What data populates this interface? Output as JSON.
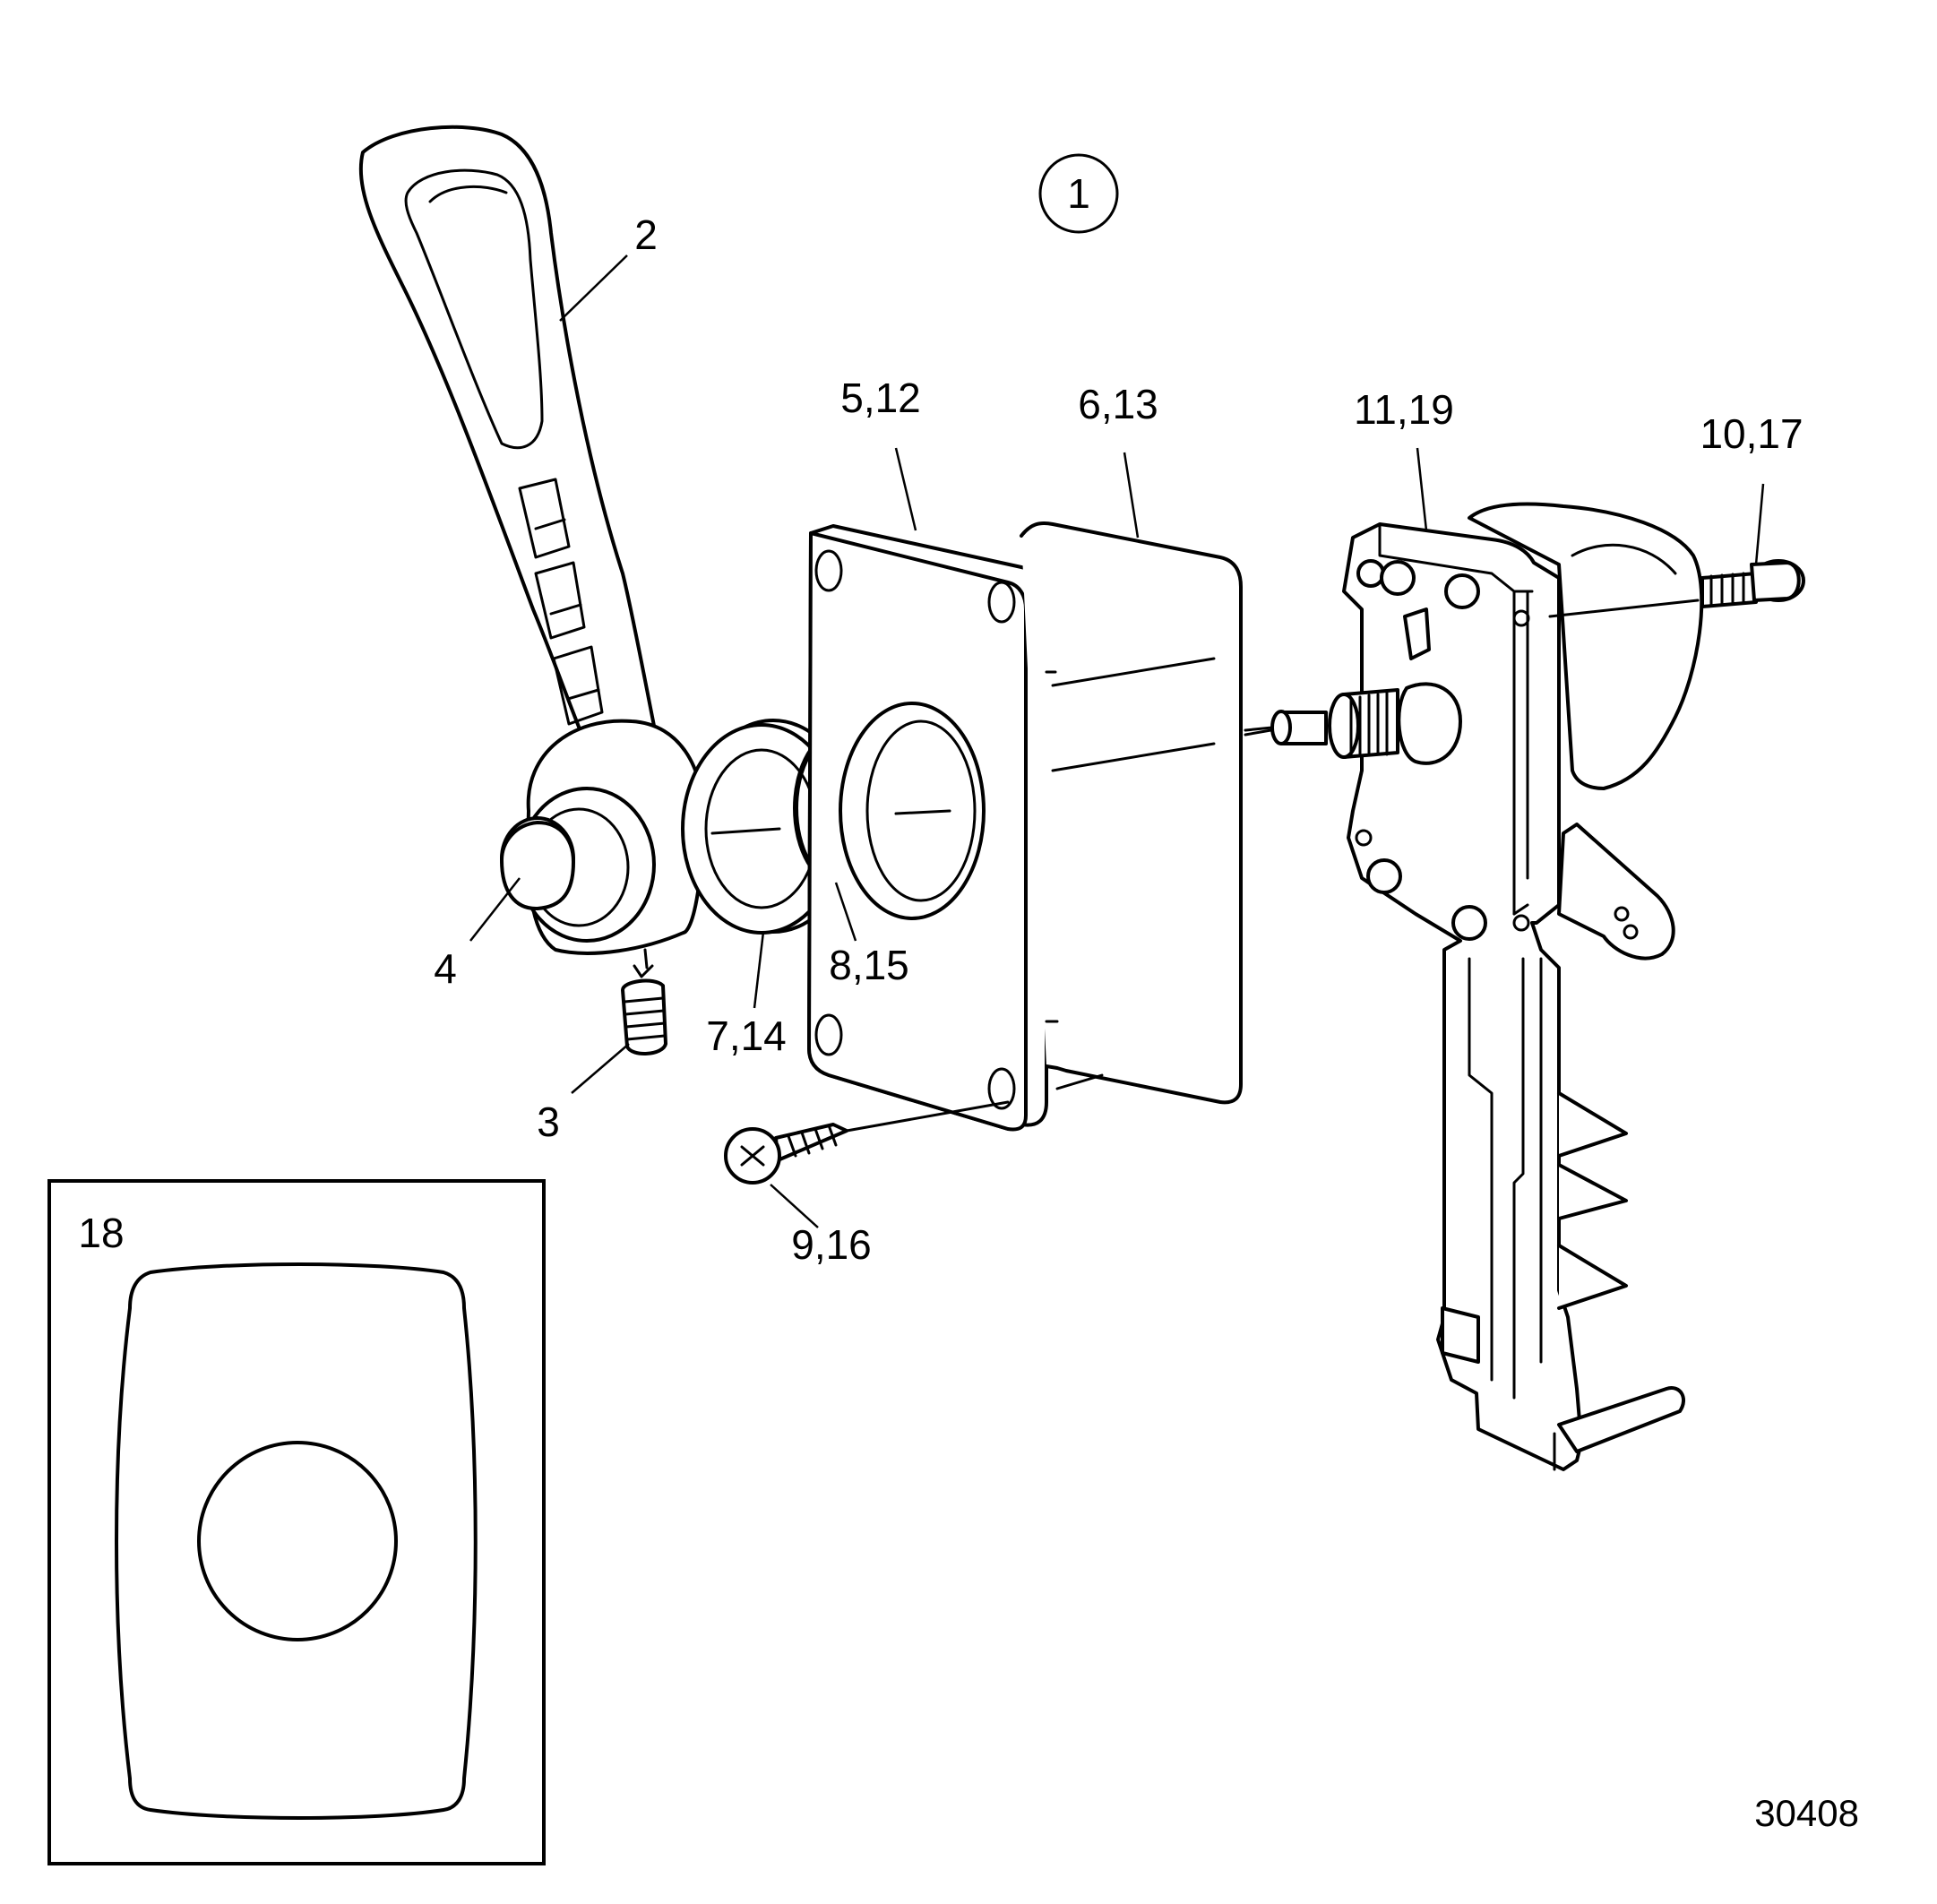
{
  "diagram": {
    "callout_circle": "1",
    "labels": {
      "handle": "2",
      "set_screw": "3",
      "hub_cap": "4",
      "mounting_plate": "5,12",
      "gasket": "6,13",
      "washer": "7,14",
      "o_ring": "8,15",
      "wood_screw": "9,16",
      "cap_screw": "10,17",
      "control_unit": "11,19",
      "cover_plate": "18"
    },
    "figure_number": "30408",
    "colors": {
      "line": "#000000",
      "background": "#ffffff"
    }
  }
}
